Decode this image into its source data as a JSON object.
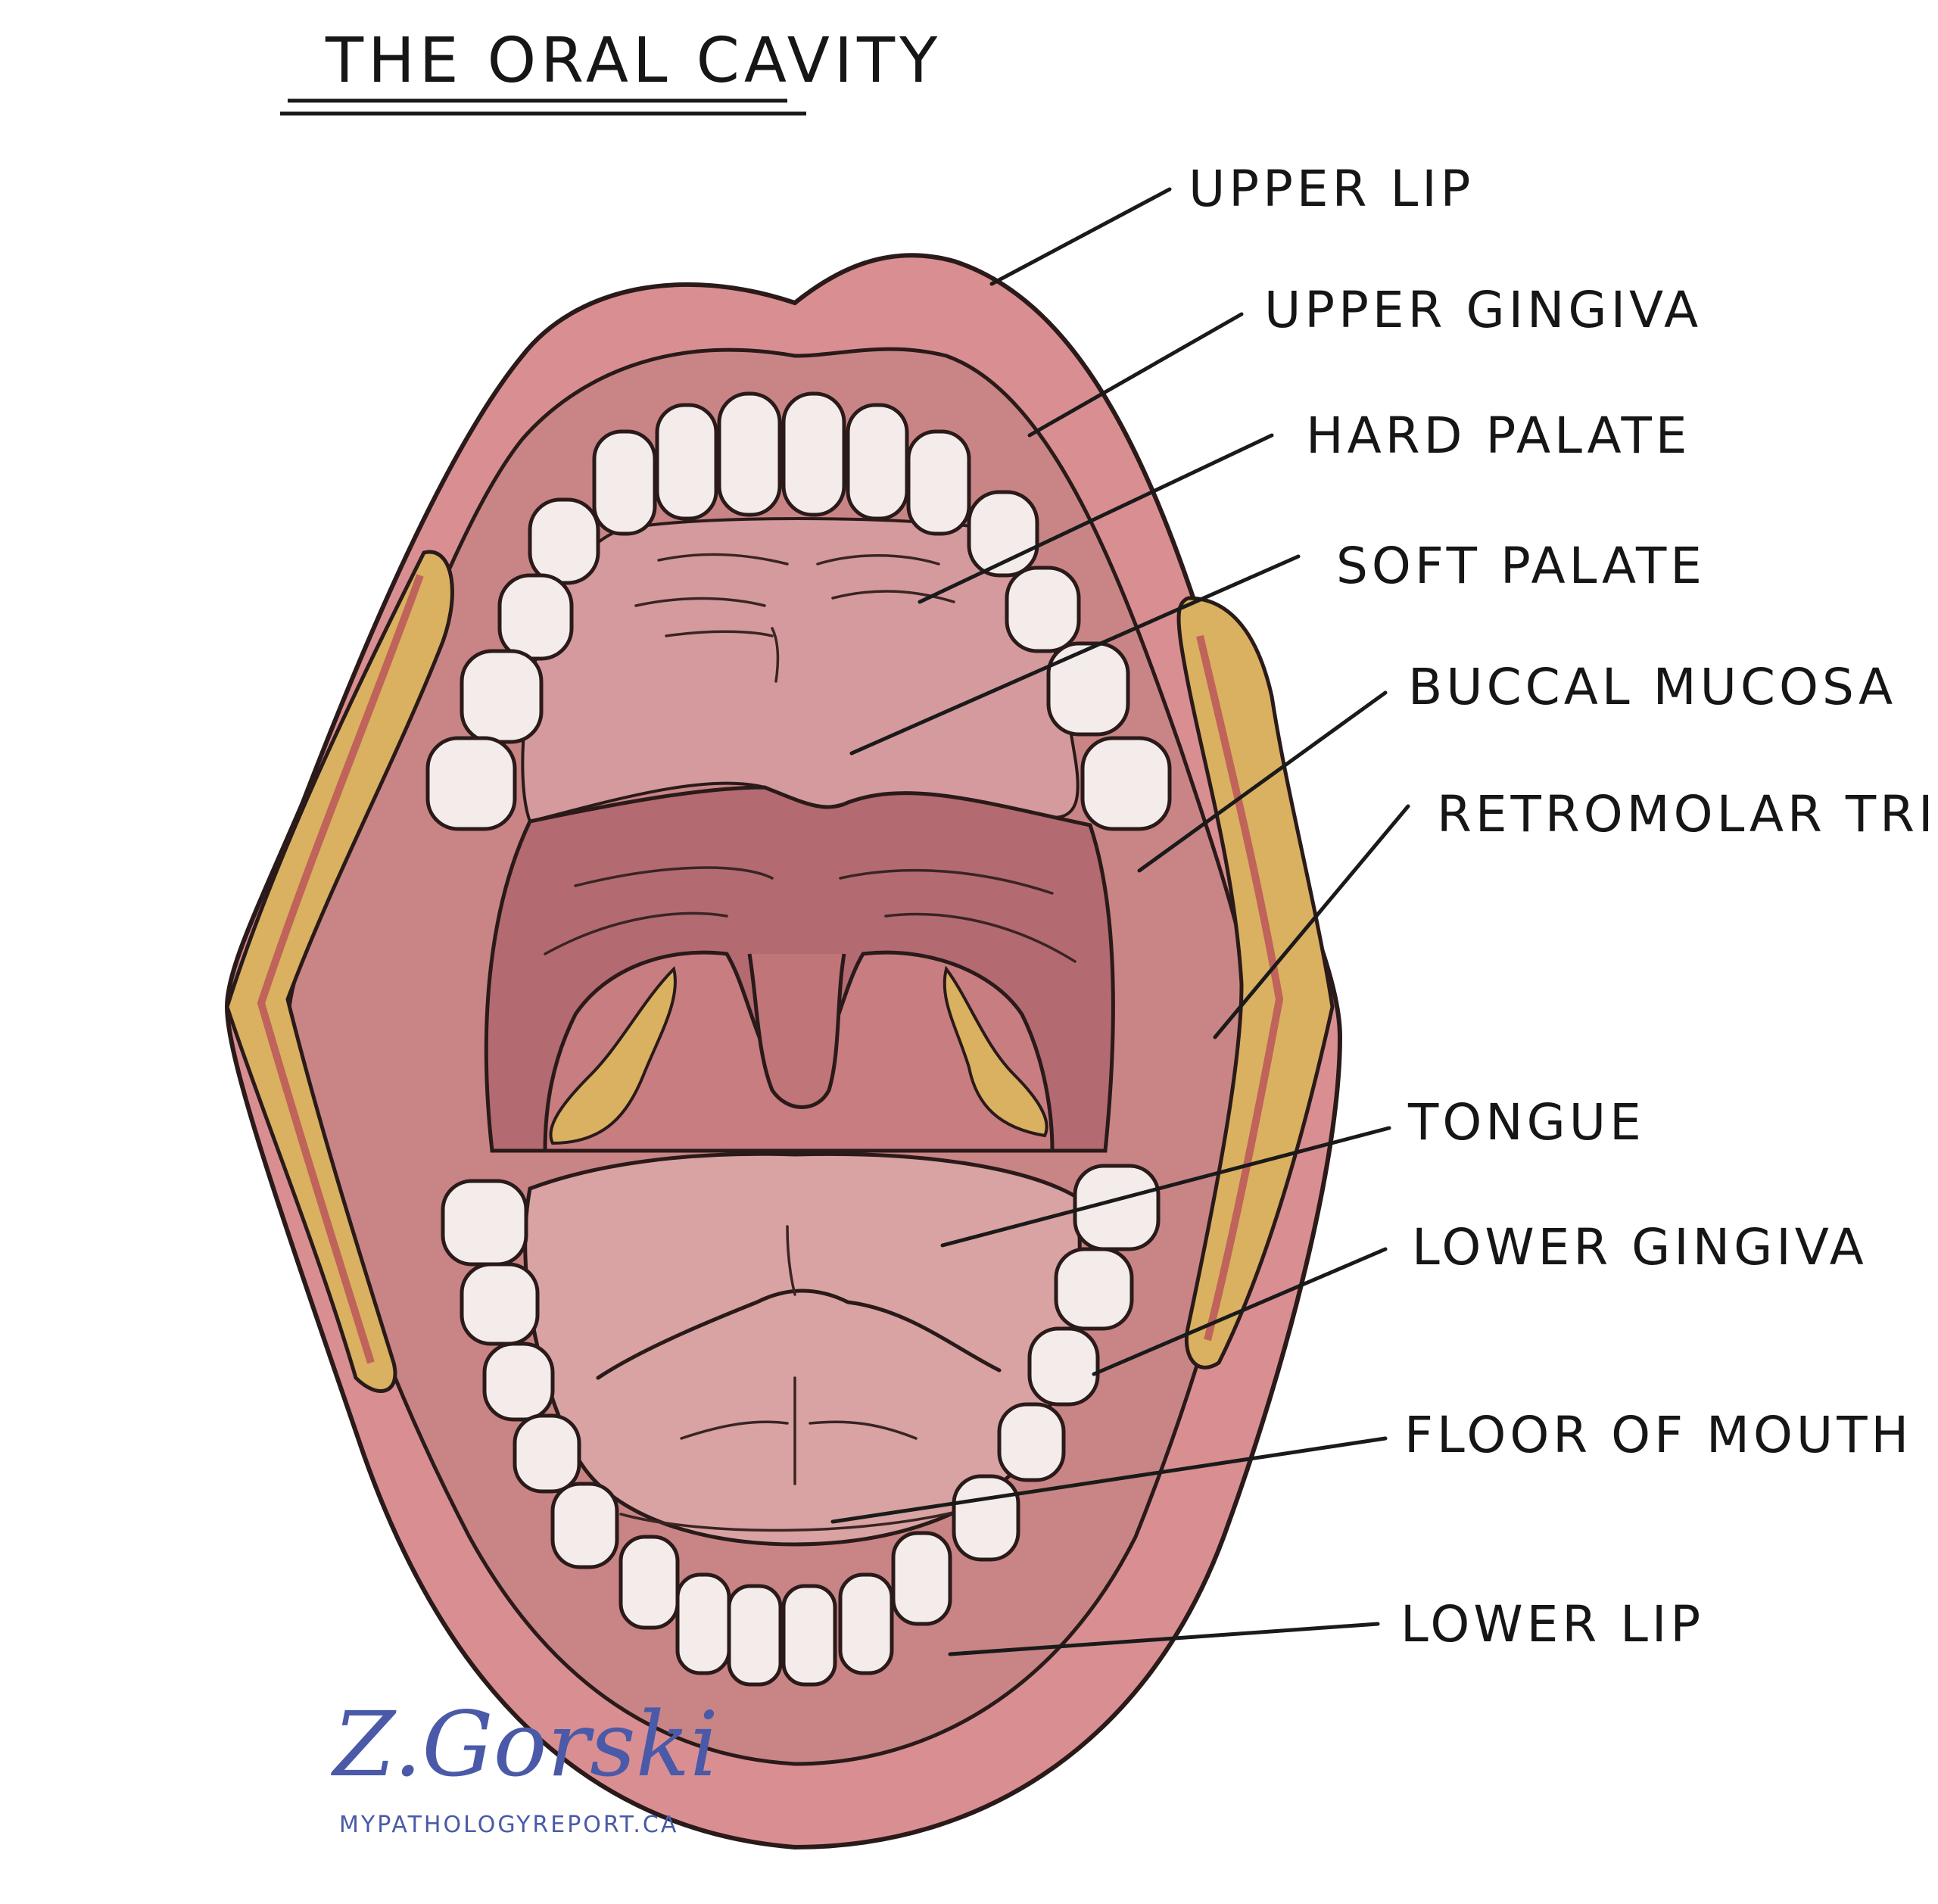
{
  "title": "THE ORAL CAVITY",
  "labels": {
    "upper_lip": "UPPER LIP",
    "upper_gingiva": "UPPER GINGIVA",
    "hard_palate": "HARD PALATE",
    "soft_palate": "SOFT PALATE",
    "buccal_mucosa": "BUCCAL MUCOSA",
    "retromolar_trigone": "RETROMOLAR TRIGONE",
    "tongue": "TONGUE",
    "lower_gingiva": "LOWER GINGIVA",
    "floor_of_mouth": "FLOOR OF MOUTH",
    "lower_lip": "LOWER LIP"
  },
  "signature": {
    "name": "Z.Gorski",
    "site": "MYPATHOLOGYREPORT.CA"
  },
  "colors": {
    "lip": "#d98f91",
    "mucosa": "#c98585",
    "palate": "#d49a9d",
    "throat": "#b36a70",
    "tongue": "#d8a3a2",
    "fat": "#d9b160",
    "tooth": "#f4ecea",
    "signature": "#4a5aa8"
  }
}
